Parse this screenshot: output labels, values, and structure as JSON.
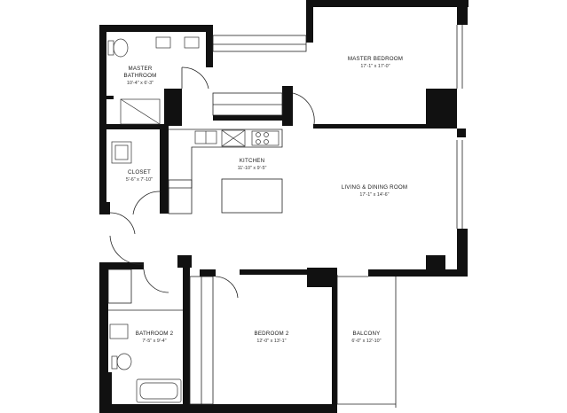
{
  "colors": {
    "wall": "#111111",
    "line": "#222222",
    "background": "#ffffff"
  },
  "rooms": {
    "master_bedroom": {
      "name": "MASTER BEDROOM",
      "dims": "17'-1\" x 17'-0\""
    },
    "master_bathroom": {
      "name_line1": "MASTER",
      "name_line2": "BATHROOM",
      "dims": "10'-4\" x 6'-3\""
    },
    "closet": {
      "name": "CLOSET",
      "dims": "5'-6\" x 7'-10\""
    },
    "kitchen": {
      "name": "KITCHEN",
      "dims": "11'-10\" x 9'-5\""
    },
    "living_dining": {
      "name": "LIVING & DINING ROOM",
      "dims": "17'-1\" x 14'-6\""
    },
    "bathroom_2": {
      "name": "BATHROOM 2",
      "dims": "7'-5\" x 9'-4\""
    },
    "bedroom_2": {
      "name": "BEDROOM 2",
      "dims": "12'-0\" x 13'-1\""
    },
    "balcony": {
      "name": "BALCONY",
      "dims": "6'-0\" x 12'-10\""
    }
  },
  "fixtures": [
    "sink-icon",
    "toilet-icon",
    "shower-icon",
    "bathtub-icon",
    "stove-icon",
    "refrigerator-icon",
    "kitchen-island",
    "washer-dryer-icon",
    "door-swing-icon",
    "window-icon"
  ]
}
